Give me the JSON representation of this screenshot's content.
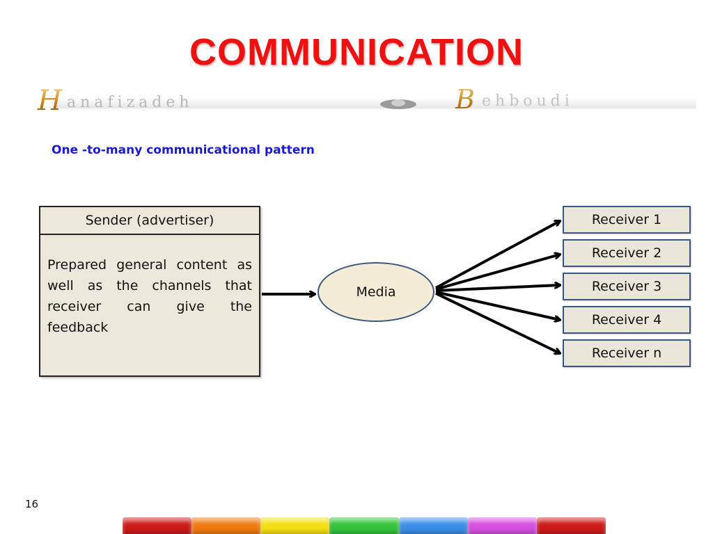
{
  "slide": {
    "title": "COMMUNICATION",
    "banner_text": "Hanafizadeh & Behboudi",
    "subtitle": "One -to-many communicational pattern",
    "page_number": "16"
  },
  "diagram": {
    "sender": {
      "header": "Sender (advertiser)",
      "body": "Prepared general content as well as the channels that receiver can give the feedback"
    },
    "media": {
      "label": "Media"
    },
    "receivers": [
      {
        "label": "Receiver 1"
      },
      {
        "label": "Receiver 2"
      },
      {
        "label": "Receiver 3"
      },
      {
        "label": "Receiver 4"
      },
      {
        "label": "Receiver n"
      }
    ]
  },
  "colors": {
    "title": "#ee1111",
    "subtitle": "#1a1ad6",
    "box_border": "#3a5680",
    "box_fill": "#ebe6da",
    "footer": [
      "#cc1a1a",
      "#f07a10",
      "#f4e012",
      "#33c23a",
      "#3b8ee8",
      "#d64fe0",
      "#cc1a1a"
    ]
  }
}
